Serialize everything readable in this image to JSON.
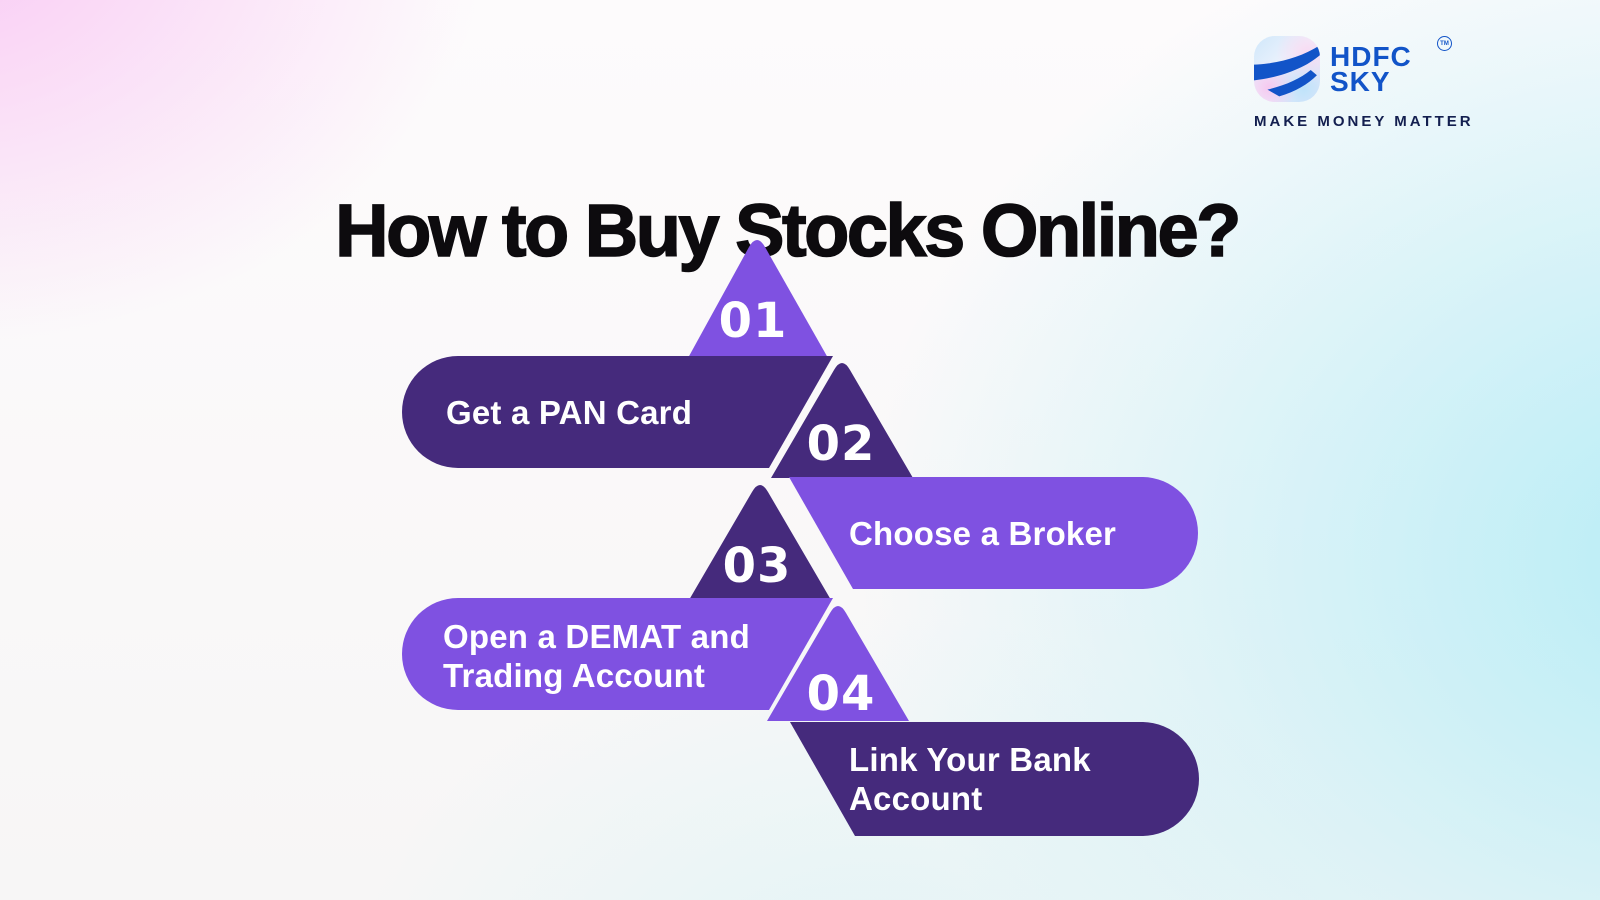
{
  "page": {
    "title": "How to Buy Stocks Online?"
  },
  "brand": {
    "name_line1": "HDFC",
    "name_line2": "SKY",
    "trademark": "TM",
    "tagline": "MAKE MONEY MATTER"
  },
  "colors": {
    "light_purple": "#7f51e1",
    "dark_purple": "#452a7c",
    "step_text": "#ffffff",
    "title_text": "#0d0b0e",
    "brand_blue": "#1254c8",
    "tagline_navy": "#131f4f"
  },
  "steps": [
    {
      "number": "01",
      "label": "Get a PAN Card"
    },
    {
      "number": "02",
      "label": "Choose a Broker"
    },
    {
      "number": "03",
      "label": "Open a DEMAT and\nTrading Account"
    },
    {
      "number": "04",
      "label": "Link Your Bank\nAccount"
    }
  ]
}
